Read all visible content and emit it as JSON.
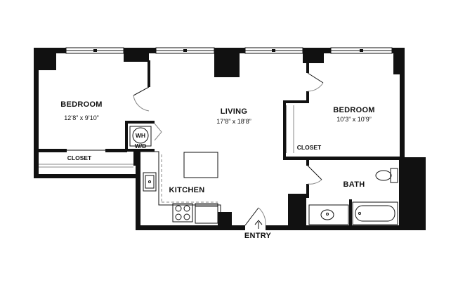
{
  "rooms": {
    "bedroom_left": {
      "name": "BEDROOM",
      "dims": "12’8” x 9’10”"
    },
    "living": {
      "name": "LIVING",
      "dims": "17’8” x 18’8”"
    },
    "bedroom_right": {
      "name": "BEDROOM",
      "dims": "10’3” x 10’9”"
    },
    "kitchen": {
      "name": "KITCHEN"
    },
    "bath": {
      "name": "BATH"
    }
  },
  "labels": {
    "closet_left": "CLOSET",
    "closet_right": "CLOSET",
    "washer_heater": "WH",
    "washer_dryer": "W/D",
    "entry": "ENTRY"
  }
}
